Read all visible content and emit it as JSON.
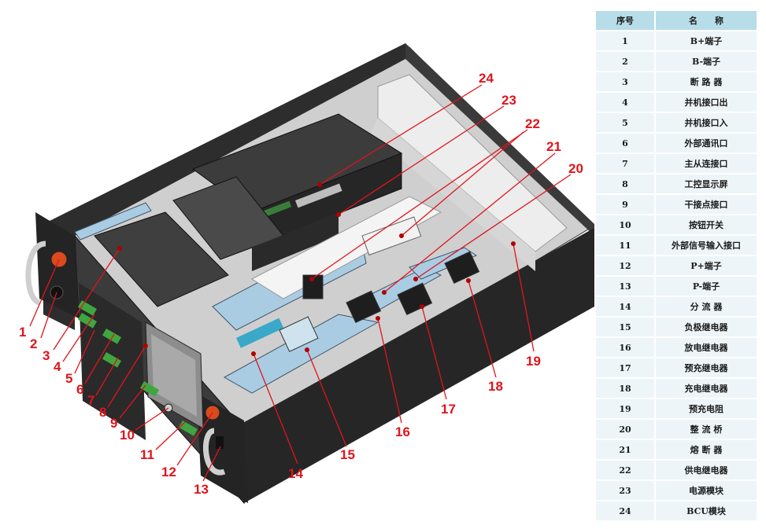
{
  "table": {
    "header": {
      "index": "序号",
      "name": "名　　称"
    },
    "rows": [
      {
        "index": "1",
        "name": "B+端子"
      },
      {
        "index": "2",
        "name": "B-端子"
      },
      {
        "index": "3",
        "name": "断 路 器"
      },
      {
        "index": "4",
        "name": "并机接口出"
      },
      {
        "index": "5",
        "name": "并机接口入"
      },
      {
        "index": "6",
        "name": "外部通讯口"
      },
      {
        "index": "7",
        "name": "主从连接口"
      },
      {
        "index": "8",
        "name": "工控显示屏"
      },
      {
        "index": "9",
        "name": "干接点接口"
      },
      {
        "index": "10",
        "name": "按钮开关"
      },
      {
        "index": "11",
        "name": "外部信号输入接口"
      },
      {
        "index": "12",
        "name": "P+端子"
      },
      {
        "index": "13",
        "name": "P-端子"
      },
      {
        "index": "14",
        "name": "分 流 器"
      },
      {
        "index": "15",
        "name": "负极继电器"
      },
      {
        "index": "16",
        "name": "放电继电器"
      },
      {
        "index": "17",
        "name": "预充继电器"
      },
      {
        "index": "18",
        "name": "充电继电器"
      },
      {
        "index": "19",
        "name": "预充电阻"
      },
      {
        "index": "20",
        "name": "整 流 桥"
      },
      {
        "index": "21",
        "name": "熔 断 器"
      },
      {
        "index": "22",
        "name": "供电继电器"
      },
      {
        "index": "23",
        "name": "电源模块"
      },
      {
        "index": "24",
        "name": "BCU模块"
      }
    ]
  },
  "callouts": [
    "1",
    "2",
    "3",
    "4",
    "5",
    "6",
    "7",
    "8",
    "9",
    "10",
    "11",
    "12",
    "13",
    "14",
    "15",
    "16",
    "17",
    "18",
    "19",
    "20",
    "21",
    "22",
    "23",
    "24"
  ],
  "colors": {
    "callout": "#e0141b",
    "header_bg": "#b7dde8",
    "row_bg": "#edf5f8",
    "chassis": "#2b2b2b",
    "busbar": "#a9cce3"
  }
}
